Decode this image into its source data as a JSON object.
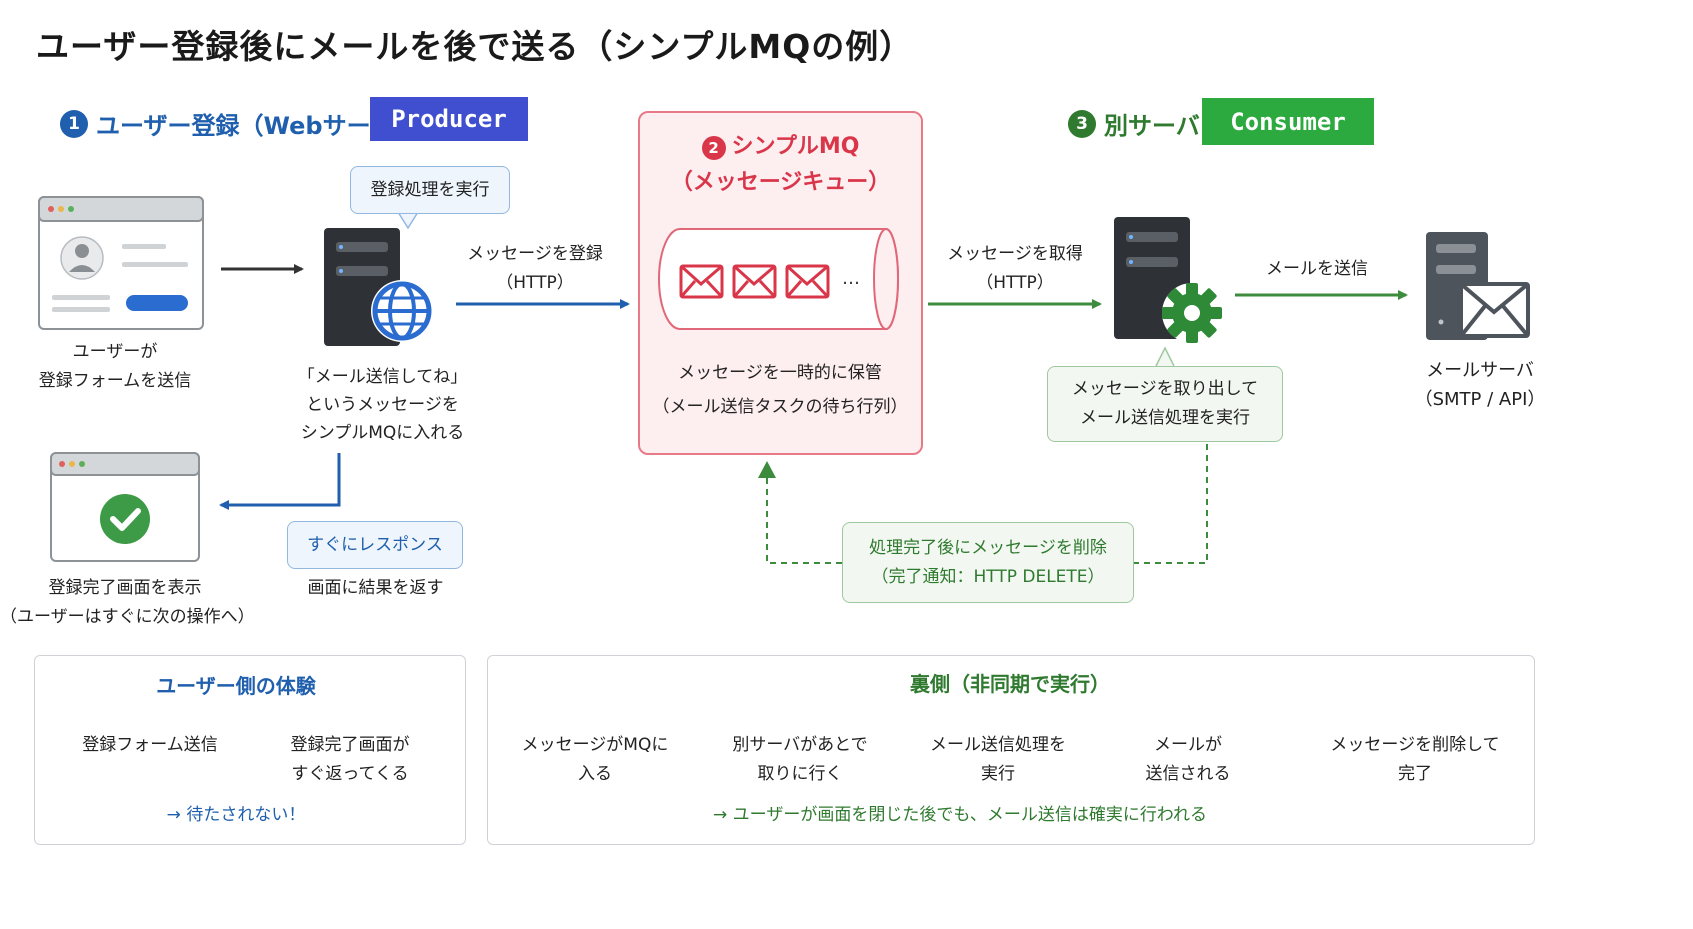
{
  "title": "ユーザー登録後にメールを後で送る（シンプルMQの例）",
  "sections": {
    "web": {
      "num": "1",
      "label": "ユーザー登録（Webサーバ）",
      "tag": "Producer"
    },
    "mq": {
      "num": "2",
      "line1": "シンプルMQ",
      "line2": "（メッセージキュー）"
    },
    "other": {
      "num": "3",
      "label": "別サーバ",
      "tag": "Consumer"
    }
  },
  "captions": {
    "user_form": [
      "ユーザーが",
      "登録フォームを送信"
    ],
    "web_server": [
      "「メール送信してね」",
      "というメッセージを",
      "シンプルMQに入れる"
    ],
    "complete_screen": [
      "登録完了画面を表示",
      "（ユーザーはすぐに次の操作へ）"
    ],
    "response": "画面に結果を返す",
    "mq_store": [
      "メッセージを一時的に保管",
      "（メール送信タスクの待ち行列）"
    ],
    "mail_server": [
      "メールサーバ",
      "（SMTP / API）"
    ]
  },
  "bubbles": {
    "register": "登録処理を実行",
    "immediate": "すぐにレスポンス",
    "consumer_process": [
      "メッセージを取り出して",
      "メール送信処理を実行"
    ],
    "delete": [
      "処理完了後にメッセージを削除",
      "（完了通知：HTTP DELETE）"
    ]
  },
  "arrows": {
    "register_msg": [
      "メッセージを登録",
      "（HTTP）"
    ],
    "get_msg": [
      "メッセージを取得",
      "（HTTP）"
    ],
    "send_mail": "メールを送信"
  },
  "queue_ellipsis": "…",
  "panels": {
    "user": {
      "title": "ユーザー側の体験",
      "steps": [
        [
          "登録フォーム送信"
        ],
        [
          "登録完了画面が",
          "すぐ返ってくる"
        ]
      ],
      "note": "→ 待たされない！"
    },
    "back": {
      "title": "裏側（非同期で実行）",
      "steps": [
        [
          "メッセージがMQに",
          "入る"
        ],
        [
          "別サーバがあとで",
          "取りに行く"
        ],
        [
          "メール送信処理を",
          "実行"
        ],
        [
          "メールが",
          "送信される"
        ],
        [
          "メッセージを削除して",
          "完了"
        ]
      ],
      "note": "→ ユーザーが画面を閉じた後でも、メール送信は確実に行われる"
    }
  },
  "colors": {
    "blue": "#1f5fad",
    "producer_tag": "#3f4fcf",
    "red": "#d9364a",
    "green": "#3d8b3d",
    "consumer_tag": "#2daa3f",
    "server": "#2e3136"
  },
  "icons": [
    "browser-form-icon",
    "web-server-icon",
    "globe-icon",
    "browser-complete-icon",
    "check-icon",
    "queue-icon",
    "mail-icon",
    "consumer-server-icon",
    "gear-icon",
    "mail-server-icon"
  ]
}
